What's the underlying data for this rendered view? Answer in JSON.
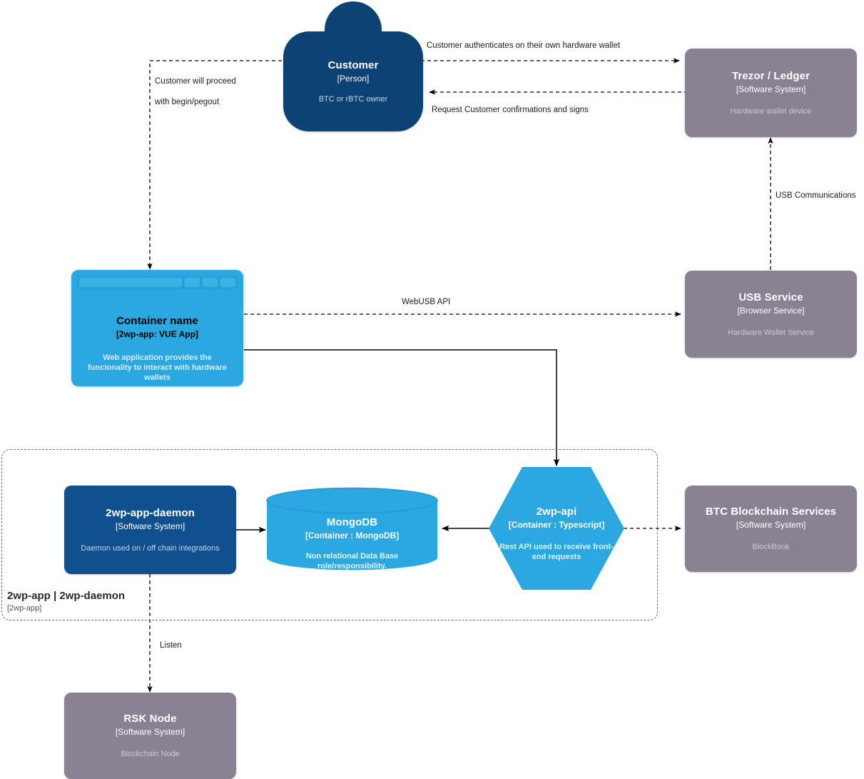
{
  "diagram": {
    "kind": "C4 Container Diagram",
    "background": "#ffffff",
    "palette": {
      "person": "#0d4274",
      "software_system": "#8a8193",
      "internal_system": "#10508f",
      "container_blue": "#2ba8e0",
      "line": "#000000",
      "boundary": "#6f6f6f"
    }
  },
  "nodes": {
    "customer": {
      "name": "Customer",
      "tech": "[Person]",
      "desc": "BTC or rBTC owner"
    },
    "trezor_ledger": {
      "name": "Trezor / Ledger",
      "tech": "[Software System]",
      "desc": "Hardware wallet device"
    },
    "vue_app": {
      "name": "Container name",
      "tech": "[2wp-app: VUE App]",
      "desc": "Web application provides the funcionality to interact with hardware wallets"
    },
    "usb_service": {
      "name": "USB Service",
      "tech": "[Browser Service]",
      "desc": "Hardware Wallet Service"
    },
    "daemon": {
      "name": "2wp-app-daemon",
      "tech": "[Software System]",
      "desc": "Daemon used on / off chain integrations"
    },
    "mongodb": {
      "name": "MongoDB",
      "tech": "[Container : MongoDB]",
      "desc": "Non relational Data Base role/responsibility."
    },
    "api": {
      "name": "2wp-api",
      "tech": "[Container : Typescript]",
      "desc": "Rest API used to receive front-end requests"
    },
    "btc_services": {
      "name": "BTC Blockchain Services",
      "tech": "[Software System]",
      "desc": "BlockBook"
    },
    "rsk_node": {
      "name": "RSK Node",
      "tech": "[Software System]",
      "desc": "Blockchain Node"
    }
  },
  "boundary": {
    "title": "2wp-app | 2wp-daemon",
    "tech": "[2wp-app]"
  },
  "edges": {
    "customer_to_wallet": "Customer authenticates on their own hardware wallet",
    "wallet_to_customer": "Request Customer confirmations and signs",
    "customer_to_app_line1": "Customer will proceed",
    "customer_to_app_line2": "with begin/pegout",
    "usb_communications": "USB Communications",
    "webusb_api": "WebUSB API",
    "listen": "Listen"
  }
}
